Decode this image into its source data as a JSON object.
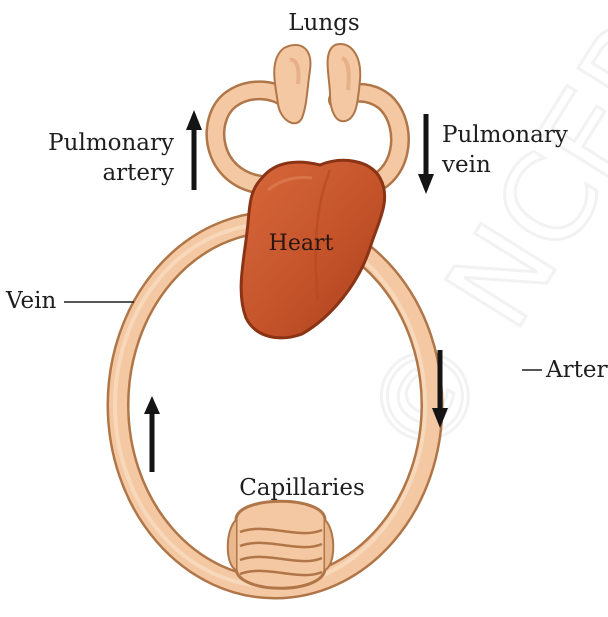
{
  "diagram": {
    "labels": {
      "lungs": "Lungs",
      "pulmonary_artery_line1": "Pulmonary",
      "pulmonary_artery_line2": "artery",
      "pulmonary_vein_line1": "Pulmonary",
      "pulmonary_vein_line2": "vein",
      "heart": "Heart",
      "vein": "Vein",
      "artery": "Artery",
      "capillaries": "Capillaries"
    },
    "colors": {
      "vessel_fill": "#f4c8a2",
      "vessel_outline": "#b07648",
      "heart_fill": "#c6552c",
      "heart_outline": "#8a3315",
      "lung_fill": "#f3c8a3",
      "arrow": "#141414",
      "watermark": "#ececec"
    },
    "watermark": "© NCERT not to be republished"
  }
}
